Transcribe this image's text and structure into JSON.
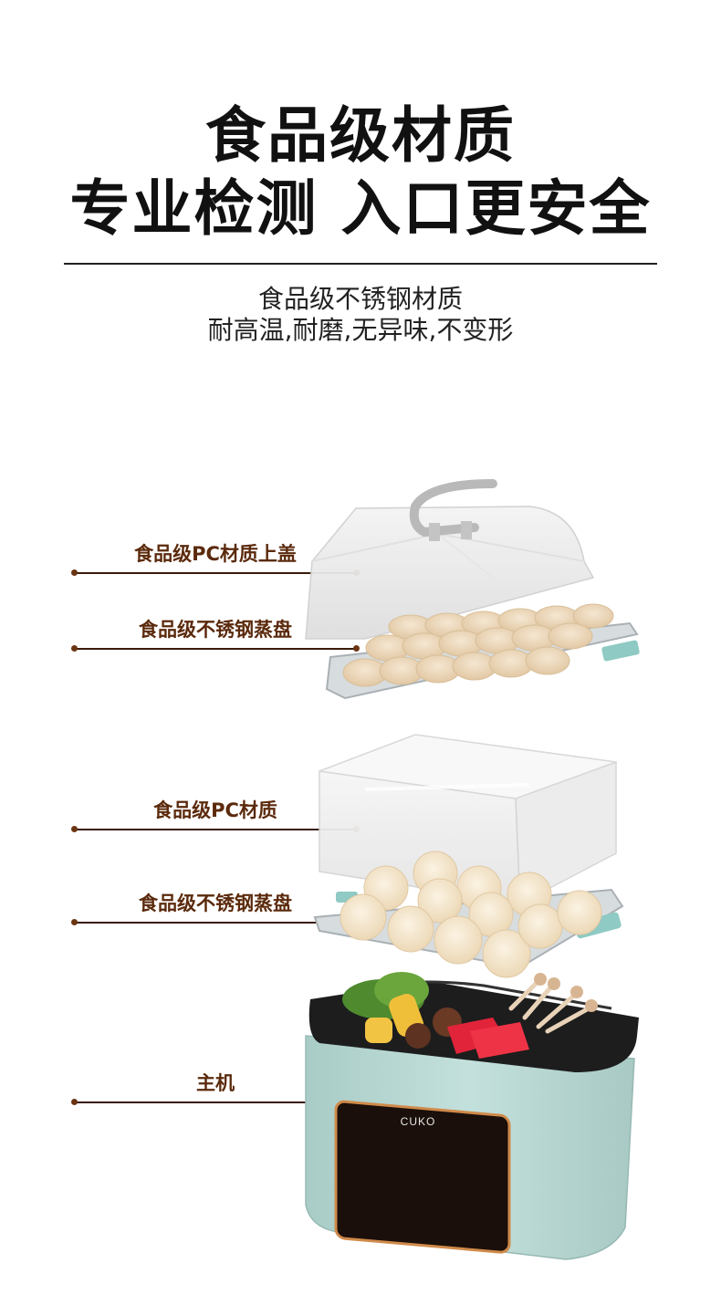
{
  "header": {
    "title_line1": "食品级材质",
    "title_line2": "专业检测 入口更安全"
  },
  "subtitle": {
    "line1": "食品级不锈钢材质",
    "line2": "耐高温,耐磨,无异味,不变形"
  },
  "callouts": [
    {
      "label": "食品级PC材质上盖",
      "part": "lid"
    },
    {
      "label": "食品级不锈钢蒸盘",
      "part": "upper-steam-tray"
    },
    {
      "label": "食品级PC材质",
      "part": "steamer-body"
    },
    {
      "label": "食品级不锈钢蒸盘",
      "part": "lower-steam-tray"
    },
    {
      "label": "主机",
      "part": "base-unit"
    }
  ],
  "product": {
    "brand": "CUKO",
    "colors": {
      "base_body": "#b7d8d3",
      "pot_liner": "#1c1c1c",
      "display_panel": "#1a0f0a",
      "display_trim": "#d08a4a",
      "tray_handle": "#8fcac4",
      "callout_text": "#5b2a0c",
      "callout_line": "#3a1a08"
    }
  }
}
